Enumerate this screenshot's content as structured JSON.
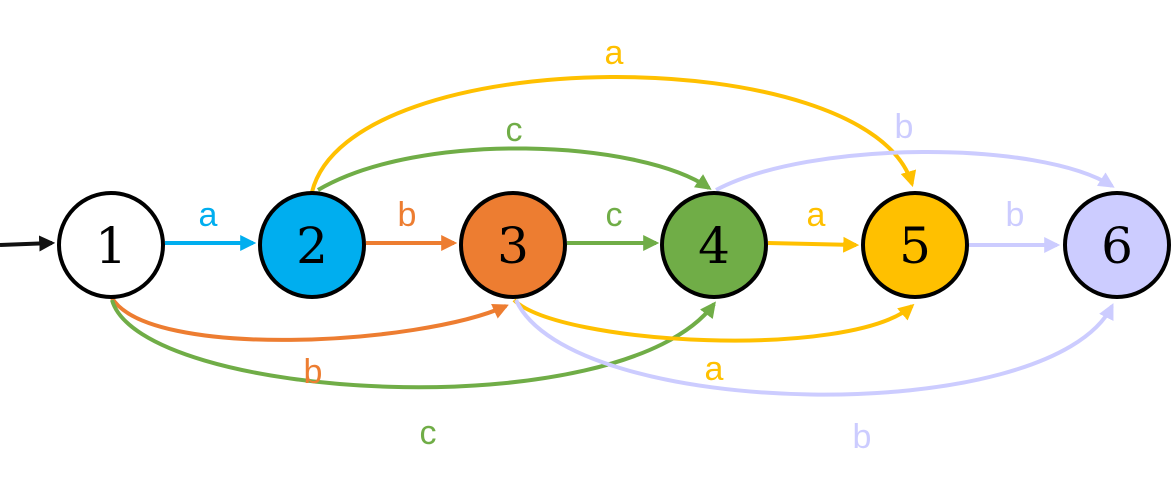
{
  "colors": {
    "start": "#111111",
    "node_outline": "#000000",
    "blue": "#00AEEF",
    "orange": "#ED7D31",
    "green": "#70AD47",
    "yellow": "#FFC000",
    "lavender": "#CCCCFF"
  },
  "nodes": [
    {
      "id": "1",
      "label": "1",
      "color": "#FFFFFF"
    },
    {
      "id": "2",
      "label": "2",
      "color": "#00AEEF"
    },
    {
      "id": "3",
      "label": "3",
      "color": "#ED7D31"
    },
    {
      "id": "4",
      "label": "4",
      "color": "#70AD47"
    },
    {
      "id": "5",
      "label": "5",
      "color": "#FFC000"
    },
    {
      "id": "6",
      "label": "6",
      "color": "#CCCCFF"
    }
  ],
  "edges": [
    {
      "from": "1",
      "to": "2",
      "label": "a",
      "color": "#00AEEF"
    },
    {
      "from": "2",
      "to": "3",
      "label": "b",
      "color": "#ED7D31"
    },
    {
      "from": "3",
      "to": "4",
      "label": "c",
      "color": "#70AD47"
    },
    {
      "from": "4",
      "to": "5",
      "label": "a",
      "color": "#FFC000"
    },
    {
      "from": "5",
      "to": "6",
      "label": "b",
      "color": "#CCCCFF"
    },
    {
      "from": "2",
      "to": "5",
      "label": "a",
      "color": "#FFC000"
    },
    {
      "from": "2",
      "to": "4",
      "label": "c",
      "color": "#70AD47"
    },
    {
      "from": "4",
      "to": "6",
      "label": "b",
      "color": "#CCCCFF"
    },
    {
      "from": "1",
      "to": "3",
      "label": "b",
      "color": "#ED7D31"
    },
    {
      "from": "1",
      "to": "4",
      "label": "c",
      "color": "#70AD47"
    },
    {
      "from": "3",
      "to": "5",
      "label": "a",
      "color": "#FFC000"
    },
    {
      "from": "3",
      "to": "6",
      "label": "b",
      "color": "#CCCCFF"
    }
  ]
}
